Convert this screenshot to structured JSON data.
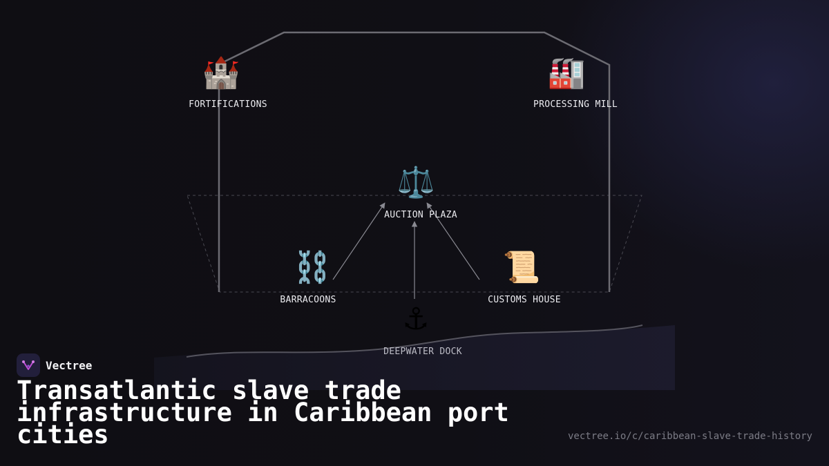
{
  "nodes": {
    "fortifications": {
      "label": "FORTIFICATIONS",
      "icon": "castle-icon"
    },
    "processing_mill": {
      "label": "PROCESSING MILL",
      "icon": "factory-icon"
    },
    "auction_plaza": {
      "label": "AUCTION PLAZA",
      "icon": "scales-icon"
    },
    "barracoons": {
      "label": "BARRACOONS",
      "icon": "chains-icon"
    },
    "customs_house": {
      "label": "CUSTOMS HOUSE",
      "icon": "scroll-icon"
    },
    "deepwater_dock": {
      "label": "DEEPWATER DOCK",
      "icon": "anchor-icon"
    }
  },
  "edges": [
    {
      "from": "barracoons",
      "to": "auction_plaza"
    },
    {
      "from": "deepwater_dock",
      "to": "auction_plaza"
    },
    {
      "from": "customs_house",
      "to": "auction_plaza"
    }
  ],
  "brand": {
    "name": "Vectree",
    "logo": "vectree-logo-icon",
    "accent": "#c04fd8"
  },
  "title": "Transatlantic slave trade infrastructure in Caribbean port cities",
  "url": "vectree.io/c/caribbean-slave-trade-history"
}
